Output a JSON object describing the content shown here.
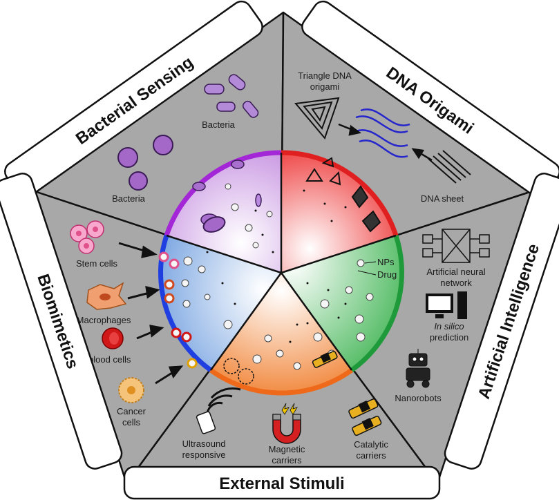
{
  "sections": {
    "bacterial_sensing": {
      "title": "Bacterial Sensing",
      "labels": [
        "Bacteria",
        "Bacteria"
      ],
      "color": "#c98fe0"
    },
    "dna_origami": {
      "title": "DNA Origami",
      "labels": [
        "Triangle DNA",
        "origami",
        "DNA sheet"
      ],
      "color": "#ee4444"
    },
    "artificial_intelligence": {
      "title": "Artificial Intelligence",
      "labels": [
        "Artificial neural",
        "network",
        "In silico",
        "prediction",
        "Nanorobots"
      ],
      "color": "#44b35a"
    },
    "external_stimuli": {
      "title": "External Stimuli",
      "labels": [
        "Ultrasound",
        "responsive",
        "Magnetic",
        "carriers",
        "Catalytic",
        "carriers"
      ],
      "color": "#f28a3c"
    },
    "biomimetics": {
      "title": "Biomimetics",
      "labels": [
        "Stem cells",
        "Macrophages",
        "Red blood cells",
        "Cancer",
        "cells"
      ],
      "color": "#7aa8e0"
    }
  },
  "center_legend": {
    "nps": "NPs",
    "drug": "Drug"
  }
}
